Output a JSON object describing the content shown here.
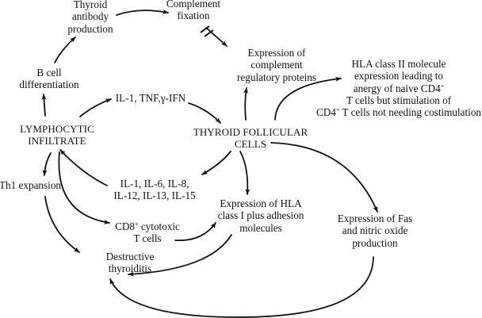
{
  "diagram": {
    "title": "",
    "colors": {
      "stroke": "#111111",
      "text": "#111111",
      "background": "#ffffff"
    },
    "nodes": {
      "thyroid_antibody": {
        "lines": [
          "Thyroid",
          "antibody",
          "production"
        ]
      },
      "complement_fixation": {
        "lines": [
          "Complement",
          "fixation"
        ]
      },
      "complement_regulatory": {
        "lines": [
          "Expression of",
          "complement",
          "regulatory proteins"
        ]
      },
      "hla_class_ii": {
        "lines": [
          "HLA class II molecule",
          "expression leading to",
          "anergy of naive CD4",
          "T cells but stimulation of",
          "T cells not needing costimulation"
        ],
        "sup_line3": "+",
        "line5_prefix": "CD4",
        "line5_sup": "+"
      },
      "b_cell": {
        "lines": [
          "B cell",
          "differentiation"
        ]
      },
      "cytokines_in": {
        "lines": [
          "IL-1, TNF,γ-IFN"
        ]
      },
      "lymphocytic": {
        "lines": [
          "LYMPHOCYTIC",
          "INFILTRATE"
        ]
      },
      "thyroid_follicular": {
        "lines": [
          "THYROID FOLLICULAR",
          "CELLS"
        ]
      },
      "cytokines_out": {
        "lines": [
          "IL-1, IL-6, IL-8,",
          "IL-12, IL-13, IL-15"
        ]
      },
      "th1": {
        "lines": [
          "Th1 expansion"
        ]
      },
      "cd8": {
        "line1_prefix": "CD8",
        "line1_sup": "+",
        "line1_suffix": " cytotoxic",
        "line2": "T cells"
      },
      "hla_class_i": {
        "lines": [
          "Expression of HLA",
          "class I plus adhesion",
          "molecules"
        ]
      },
      "fas": {
        "lines": [
          "Expression of Fas",
          "and nitric oxide",
          "production"
        ]
      },
      "destructive": {
        "lines": [
          "Destructive",
          "thyroiditis"
        ]
      }
    },
    "edges": [
      {
        "from": "B cell differentiation",
        "to": "Thyroid antibody production",
        "blocked": false
      },
      {
        "from": "Thyroid antibody production",
        "to": "Complement fixation",
        "blocked": false
      },
      {
        "from": "Complement fixation",
        "to": "Expression of complement regulatory proteins",
        "blocked": true
      },
      {
        "from": "LYMPHOCYTIC INFILTRATE",
        "to": "B cell differentiation",
        "blocked": false
      },
      {
        "from": "LYMPHOCYTIC INFILTRATE",
        "to": "IL-1, TNF, γ-IFN",
        "blocked": false
      },
      {
        "from": "IL-1, TNF, γ-IFN",
        "to": "THYROID FOLLICULAR CELLS",
        "blocked": false
      },
      {
        "from": "THYROID FOLLICULAR CELLS",
        "to": "Expression of complement regulatory proteins",
        "blocked": false
      },
      {
        "from": "THYROID FOLLICULAR CELLS",
        "to": "HLA class II molecule expression",
        "blocked": false
      },
      {
        "from": "THYROID FOLLICULAR CELLS",
        "to": "IL-1, IL-6, IL-8, IL-12, IL-13, IL-15",
        "blocked": false
      },
      {
        "from": "IL-1, IL-6, IL-8, IL-12, IL-13, IL-15",
        "to": "LYMPHOCYTIC INFILTRATE",
        "blocked": false
      },
      {
        "from": "THYROID FOLLICULAR CELLS",
        "to": "Expression of HLA class I plus adhesion molecules",
        "blocked": false
      },
      {
        "from": "THYROID FOLLICULAR CELLS",
        "to": "Expression of Fas and nitric oxide production",
        "blocked": false
      },
      {
        "from": "LYMPHOCYTIC INFILTRATE",
        "to": "Th1 expansion",
        "blocked": false
      },
      {
        "from": "LYMPHOCYTIC INFILTRATE",
        "to": "CD8+ cytotoxic T cells",
        "blocked": false
      },
      {
        "from": "Th1 expansion",
        "to": "Destructive thyroiditis",
        "blocked": false
      },
      {
        "from": "CD8+ cytotoxic T cells",
        "to": "Expression of HLA class I plus adhesion molecules",
        "blocked": false
      },
      {
        "from": "Expression of HLA class I plus adhesion molecules",
        "to": "Destructive thyroiditis",
        "blocked": false
      },
      {
        "from": "Expression of Fas and nitric oxide production",
        "to": "Destructive thyroiditis",
        "blocked": false
      }
    ]
  }
}
